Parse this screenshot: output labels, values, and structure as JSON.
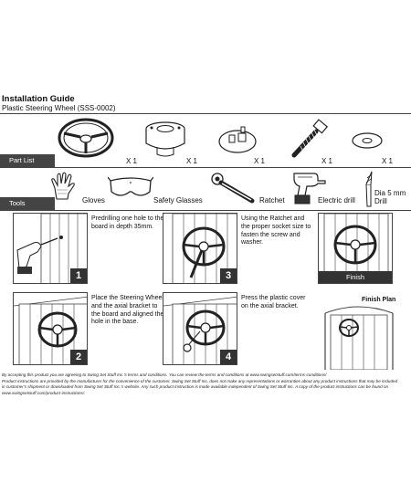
{
  "header": {
    "title": "Installation Guide",
    "subtitle": "Plastic Steering Wheel (SSS-0002)"
  },
  "parts": {
    "label": "Part List",
    "items": [
      {
        "icon": "steering-wheel",
        "qty": "X 1"
      },
      {
        "icon": "axial-bracket",
        "qty": "X 1"
      },
      {
        "icon": "plastic-cover",
        "qty": "X 1"
      },
      {
        "icon": "screw",
        "qty": "X 1"
      },
      {
        "icon": "washer",
        "qty": "X 1"
      }
    ]
  },
  "tools": {
    "label": "Tools",
    "items": [
      {
        "icon": "gloves",
        "name": "Gloves"
      },
      {
        "icon": "safety-glasses",
        "name": "Safety Glasses"
      },
      {
        "icon": "ratchet",
        "name": "Ratchet"
      },
      {
        "icon": "electric-drill",
        "name": "Electric drill"
      },
      {
        "icon": "drill-bit",
        "name": "Dia 5 mm Drill"
      }
    ]
  },
  "steps": [
    {
      "number": "1",
      "text": "Predrilling one hole to the board in depth 35mm."
    },
    {
      "number": "3",
      "text": "Using the Ratchet and the proper socket size to fasten the screw and washer."
    },
    {
      "number": "2",
      "text": "Place the Steering Wheel and the axial bracket to the board and aligned the hole in the base."
    },
    {
      "number": "4",
      "text": "Press the plastic cover on the axial bracket."
    }
  ],
  "finish": {
    "label": "Finish",
    "plan_label": "Finish Plan"
  },
  "footer": {
    "line1": "By accepting this product you are agreeing to Swing Set Stuff Inc.'s terms and conditions. You can review the terms and conditions at www.swingsetstuff.com/terms-conditions/",
    "line2": "Product instructions are provided by the manufacturer for the convenience of the customer. Swing Set Stuff Inc. does not make any representations or warranties about any product instructions that may be included",
    "line3": "in customer's shipment or downloaded from Swing Set Stuff Inc.'s website. Any such product instruction is made available independent of Swing Set Stuff Inc. A copy of the product instructions can be found on",
    "line4": "www.swingsetstuff.com/product-instructions/."
  },
  "colors": {
    "band": "#444444",
    "step_badge": "#333333",
    "background": "#ffffff"
  }
}
